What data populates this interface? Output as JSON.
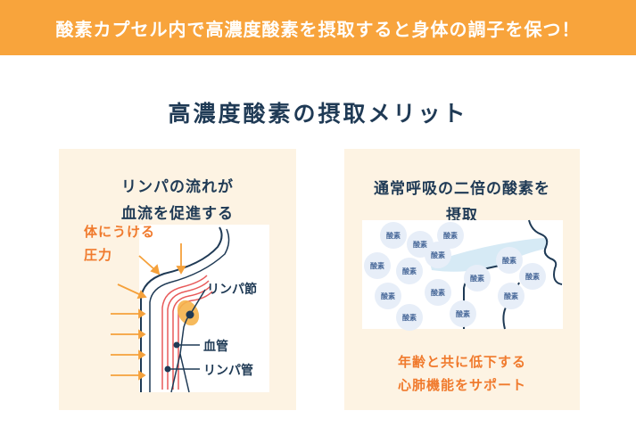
{
  "banner": {
    "text": "酸素カプセル内で高濃度酸素を摂取すると身体の調子を保つ！"
  },
  "heading": {
    "text": "高濃度酸素の摂取メリット"
  },
  "left_card": {
    "title_line1": "リンパの流れが",
    "title_line2": "血流を促進する",
    "pressure_line1": "体にうける",
    "pressure_line2": "圧力",
    "labels": {
      "lymph_node": "リンパ節",
      "blood_vessel": "血管",
      "lymph_vessel": "リンパ管"
    }
  },
  "right_card": {
    "title_line1": "通常呼吸の二倍の酸素を",
    "title_line2": "摂取",
    "oxygen_labels": [
      "酸素",
      "酸素",
      "酸素",
      "酸素",
      "酸素",
      "酸素",
      "酸素",
      "酸素",
      "酸素",
      "酸素",
      "酸素",
      "酸素",
      "酸素"
    ],
    "benefit_line1": "年齢と共に低下する",
    "benefit_line2": "心肺機能をサポート"
  },
  "colors": {
    "banner": "#f8a43c",
    "heading": "#1f3a55",
    "card_bg": "#fdf3e3",
    "accent_orange": "#f07a2d",
    "line_navy": "#1f3a55",
    "lymph_red": "#e85a5a",
    "bubble": "#e7eef8"
  }
}
